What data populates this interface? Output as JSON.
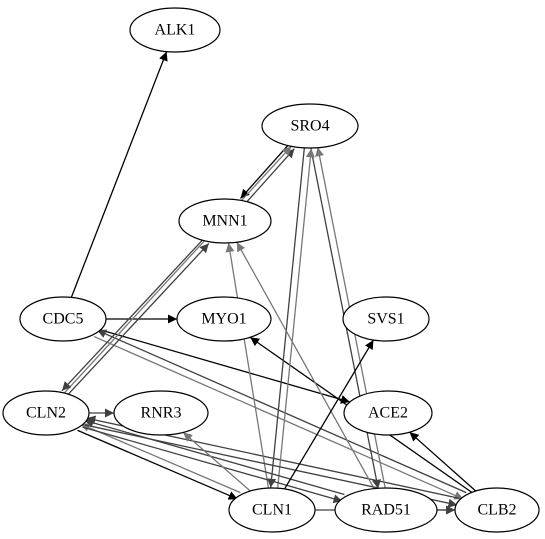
{
  "graph": {
    "nodes": [
      {
        "id": "ALK1",
        "label": "ALK1"
      },
      {
        "id": "SRO4",
        "label": "SRO4"
      },
      {
        "id": "MNN1",
        "label": "MNN1"
      },
      {
        "id": "CDC5",
        "label": "CDC5"
      },
      {
        "id": "MYO1",
        "label": "MYO1"
      },
      {
        "id": "SVS1",
        "label": "SVS1"
      },
      {
        "id": "CLN2",
        "label": "CLN2"
      },
      {
        "id": "RNR3",
        "label": "RNR3"
      },
      {
        "id": "ACE2",
        "label": "ACE2"
      },
      {
        "id": "CLN1",
        "label": "CLN1"
      },
      {
        "id": "RAD51",
        "label": "RAD51"
      },
      {
        "id": "CLB2",
        "label": "CLB2"
      }
    ],
    "edge_colors": {
      "strong": "#000000",
      "medium": "#404040",
      "weak": "#777777"
    },
    "edges": [
      {
        "from": "CDC5",
        "to": "ALK1",
        "weight": "strong"
      },
      {
        "from": "CDC5",
        "to": "MYO1",
        "weight": "strong"
      },
      {
        "from": "CDC5",
        "to": "ACE2",
        "weight": "strong"
      },
      {
        "from": "CDC5",
        "to": "CLB2",
        "weight": "weak"
      },
      {
        "from": "CLB2",
        "to": "CDC5",
        "weight": "medium"
      },
      {
        "from": "CLB2",
        "to": "ACE2",
        "weight": "strong"
      },
      {
        "from": "CLB2",
        "to": "MYO1",
        "weight": "strong"
      },
      {
        "from": "CLB2",
        "to": "CLN2",
        "weight": "medium"
      },
      {
        "from": "SRO4",
        "to": "MNN1",
        "weight": "strong"
      },
      {
        "from": "MNN1",
        "to": "SRO4",
        "weight": "medium"
      },
      {
        "from": "SRO4",
        "to": "RAD51",
        "weight": "medium"
      },
      {
        "from": "SRO4",
        "to": "CLN1",
        "weight": "medium"
      },
      {
        "from": "CLN1",
        "to": "SRO4",
        "weight": "weak"
      },
      {
        "from": "RAD51",
        "to": "SRO4",
        "weight": "weak"
      },
      {
        "from": "CLN1",
        "to": "MNN1",
        "weight": "weak"
      },
      {
        "from": "RAD51",
        "to": "MNN1",
        "weight": "weak"
      },
      {
        "from": "CLN2",
        "to": "SRO4",
        "weight": "weak"
      },
      {
        "from": "CLN2",
        "to": "MNN1",
        "weight": "medium"
      },
      {
        "from": "MNN1",
        "to": "CLN2",
        "weight": "medium"
      },
      {
        "from": "CLN2",
        "to": "RNR3",
        "weight": "medium"
      },
      {
        "from": "CLN2",
        "to": "CLN1",
        "weight": "strong"
      },
      {
        "from": "CLN1",
        "to": "CLN2",
        "weight": "weak"
      },
      {
        "from": "CLN2",
        "to": "RAD51",
        "weight": "medium"
      },
      {
        "from": "RAD51",
        "to": "CLN2",
        "weight": "medium"
      },
      {
        "from": "CLN2",
        "to": "CLB2",
        "weight": "medium"
      },
      {
        "from": "CLN1",
        "to": "RNR3",
        "weight": "weak"
      },
      {
        "from": "CLN1",
        "to": "SVS1",
        "weight": "strong"
      },
      {
        "from": "CLN1",
        "to": "CLB2",
        "weight": "medium"
      },
      {
        "from": "RAD51",
        "to": "CLB2",
        "weight": "medium"
      }
    ]
  }
}
